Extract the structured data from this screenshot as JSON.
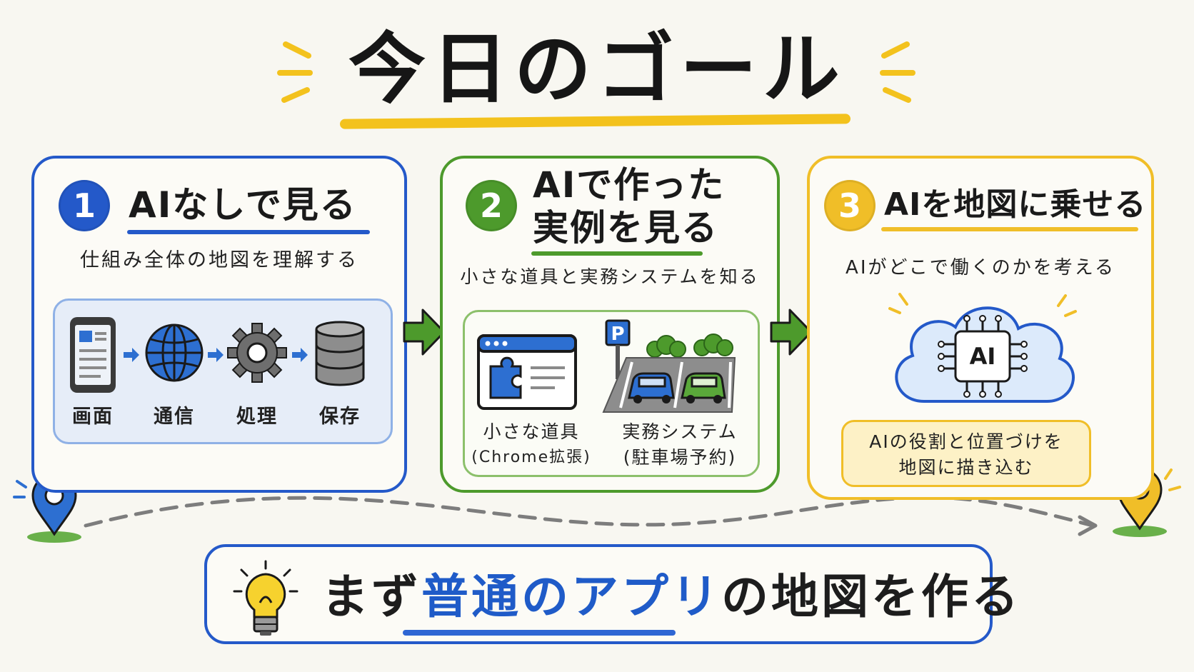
{
  "title": "今日のゴール",
  "colors": {
    "blue": "#2459c9",
    "green": "#4d9a2c",
    "yellow": "#f0be28",
    "underline": "#f3c21d"
  },
  "steps": [
    {
      "number": "1",
      "heading": "AIなしで見る",
      "subtitle": "仕組み全体の地図を理解する",
      "items": [
        {
          "icon": "smartphone-icon",
          "label": "画面"
        },
        {
          "icon": "globe-icon",
          "label": "通信"
        },
        {
          "icon": "gear-icon",
          "label": "処理"
        },
        {
          "icon": "database-icon",
          "label": "保存"
        }
      ]
    },
    {
      "number": "2",
      "heading_line1": "AIで作った",
      "heading_line2": "実例を見る",
      "subtitle": "小さな道具と実務システムを知る",
      "items": [
        {
          "icon": "browser-puzzle-icon",
          "label_line1": "小さな道具",
          "label_line2": "(Chrome拡張)"
        },
        {
          "icon": "parking-lot-icon",
          "label_line1": "実務システム",
          "label_line2": "(駐車場予約)"
        }
      ],
      "parking_sign": "P"
    },
    {
      "number": "3",
      "heading": "AIを地図に乗せる",
      "subtitle": "AIがどこで働くのかを考える",
      "chip_label": "AI",
      "note_line1": "AIの役割と位置づけを",
      "note_line2": "地図に描き込む"
    }
  ],
  "bottom": {
    "prefix": "まず",
    "highlight": "普通のアプリ",
    "suffix": "の地図を作る"
  }
}
